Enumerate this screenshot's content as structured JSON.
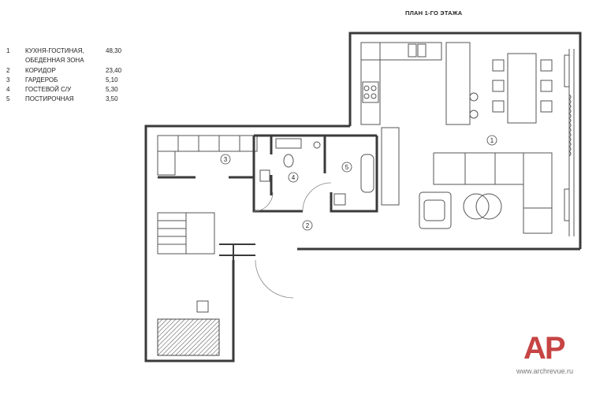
{
  "plan": {
    "title": "ПЛАН 1-ГО ЭТАЖА"
  },
  "legend": {
    "rooms": [
      {
        "number": "1",
        "name": "КУХНЯ-ГОСТИНАЯ, ОБЕДЕННАЯ ЗОНА",
        "area": "48,30"
      },
      {
        "number": "2",
        "name": "КОРИДОР",
        "area": "23,40"
      },
      {
        "number": "3",
        "name": "ГАРДЕРОБ",
        "area": "5,10"
      },
      {
        "number": "4",
        "name": "ГОСТЕВОЙ С/У",
        "area": "5,30"
      },
      {
        "number": "5",
        "name": "ПОСТИРОЧНАЯ",
        "area": "3,50"
      }
    ]
  },
  "markers": [
    "1",
    "2",
    "3",
    "4",
    "5"
  ],
  "watermark": {
    "logo": "AP",
    "url": "www.archrevue.ru"
  },
  "colors": {
    "wall": "#3a3a3a",
    "line": "#555555",
    "logo": "#c74444"
  }
}
